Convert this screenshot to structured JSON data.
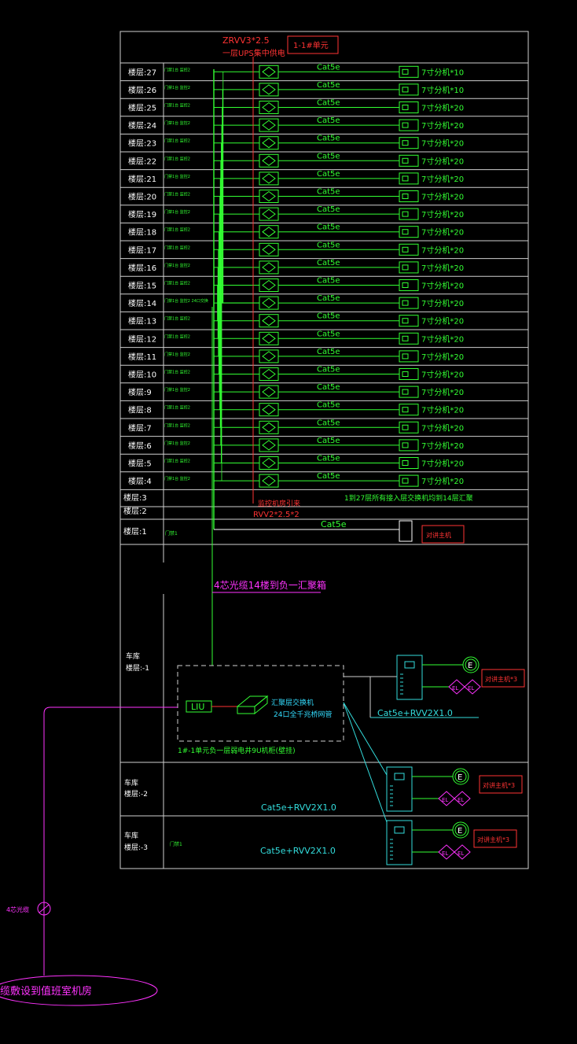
{
  "colors": {
    "background": "#000000",
    "grid": "#cfcfcf",
    "network": "#33ff33",
    "power": "#ff3333",
    "fiber": "#ff33ff",
    "cyan": "#33dddd",
    "box_label": "#ff3333",
    "floor_label": "#ffffff"
  },
  "header": {
    "cable_note_1": "ZRVV3*2.5",
    "cable_note_2": "一层UPS集中供电",
    "unit_label": "1-1#单元"
  },
  "floors": [
    {
      "label": "楼层:27",
      "note": "门禁1台 监控2",
      "link": "Cat5e",
      "terminal": "7寸分机*10"
    },
    {
      "label": "楼层:26",
      "note": "门禁1台 监控2",
      "link": "Cat5e",
      "terminal": "7寸分机*10"
    },
    {
      "label": "楼层:25",
      "note": "门禁1台 监控2",
      "link": "Cat5e",
      "terminal": "7寸分机*20"
    },
    {
      "label": "楼层:24",
      "note": "门禁1台 监控2",
      "link": "Cat5e",
      "terminal": "7寸分机*20"
    },
    {
      "label": "楼层:23",
      "note": "门禁1台 监控2",
      "link": "Cat5e",
      "terminal": "7寸分机*20"
    },
    {
      "label": "楼层:22",
      "note": "门禁1台 监控2",
      "link": "Cat5e",
      "terminal": "7寸分机*20"
    },
    {
      "label": "楼层:21",
      "note": "门禁1台 监控2",
      "link": "Cat5e",
      "terminal": "7寸分机*20"
    },
    {
      "label": "楼层:20",
      "note": "门禁1台 监控2",
      "link": "Cat5e",
      "terminal": "7寸分机*20"
    },
    {
      "label": "楼层:19",
      "note": "门禁1台 监控2",
      "link": "Cat5e",
      "terminal": "7寸分机*20"
    },
    {
      "label": "楼层:18",
      "note": "门禁1台 监控2",
      "link": "Cat5e",
      "terminal": "7寸分机*20"
    },
    {
      "label": "楼层:17",
      "note": "门禁1台 监控2",
      "link": "Cat5e",
      "terminal": "7寸分机*20"
    },
    {
      "label": "楼层:16",
      "note": "门禁1台 监控2",
      "link": "Cat5e",
      "terminal": "7寸分机*20"
    },
    {
      "label": "楼层:15",
      "note": "门禁1台 监控2",
      "link": "Cat5e",
      "terminal": "7寸分机*20"
    },
    {
      "label": "楼层:14",
      "note": "门禁1台 监控2 24口交换",
      "link": "Cat5e",
      "terminal": "7寸分机*20"
    },
    {
      "label": "楼层:13",
      "note": "门禁1台 监控2",
      "link": "Cat5e",
      "terminal": "7寸分机*20"
    },
    {
      "label": "楼层:12",
      "note": "门禁1台 监控2",
      "link": "Cat5e",
      "terminal": "7寸分机*20"
    },
    {
      "label": "楼层:11",
      "note": "门禁1台 监控2",
      "link": "Cat5e",
      "terminal": "7寸分机*20"
    },
    {
      "label": "楼层:10",
      "note": "门禁1台 监控2",
      "link": "Cat5e",
      "terminal": "7寸分机*20"
    },
    {
      "label": "楼层:9",
      "note": "门禁1台 监控2",
      "link": "Cat5e",
      "terminal": "7寸分机*20"
    },
    {
      "label": "楼层:8",
      "note": "门禁1台 监控2",
      "link": "Cat5e",
      "terminal": "7寸分机*20"
    },
    {
      "label": "楼层:7",
      "note": "门禁1台 监控2",
      "link": "Cat5e",
      "terminal": "7寸分机*20"
    },
    {
      "label": "楼层:6",
      "note": "门禁1台 监控2",
      "link": "Cat5e",
      "terminal": "7寸分机*20"
    },
    {
      "label": "楼层:5",
      "note": "门禁1台 监控2",
      "link": "Cat5e",
      "terminal": "7寸分机*20"
    },
    {
      "label": "楼层:4",
      "note": "门禁1台 监控2",
      "link": "Cat5e",
      "terminal": "7寸分机*20"
    }
  ],
  "lower_floors": {
    "f3_label": "楼层:3",
    "f2_label": "楼层:2",
    "f1_label": "楼层:1",
    "f1_note": "门禁1",
    "f3_note": "1到27层所有接入层交换机均到14层汇聚",
    "power_note_1": "监控机房引来",
    "power_note_2": "RVV2*2.5*2",
    "f1_link": "Cat5e",
    "f1_host": "对讲主机"
  },
  "fiber_note": "4芯光缆14楼到负一汇聚箱",
  "basement": {
    "b1_label_1": "车库",
    "b1_label_2": "楼层:-1",
    "b2_label_1": "车库",
    "b2_label_2": "楼层:-2",
    "b3_label_1": "车库",
    "b3_label_2": "楼层:-3",
    "b3_note": "门禁1",
    "liu": "LIU",
    "agg_switch_1": "汇聚层交换机",
    "agg_switch_2": "24口全千兆桥网管",
    "cabinet_note": "1#-1单元负一层弱电井9U机柜(壁挂)",
    "b1_cable": "Cat5e+RVV2X1.0",
    "b2_cable": "Cat5e+RVV2X1.0",
    "b3_cable": "Cat5e+RVV2X1.0",
    "b1_host": "对讲主机*3",
    "b2_host": "对讲主机*3",
    "b3_host": "对讲主机*3",
    "e_symbol": "E",
    "el_symbol": "EL"
  },
  "bottom": {
    "fiber_label": "4芯光缆",
    "room_label": "缆敷设到值班室机房"
  }
}
